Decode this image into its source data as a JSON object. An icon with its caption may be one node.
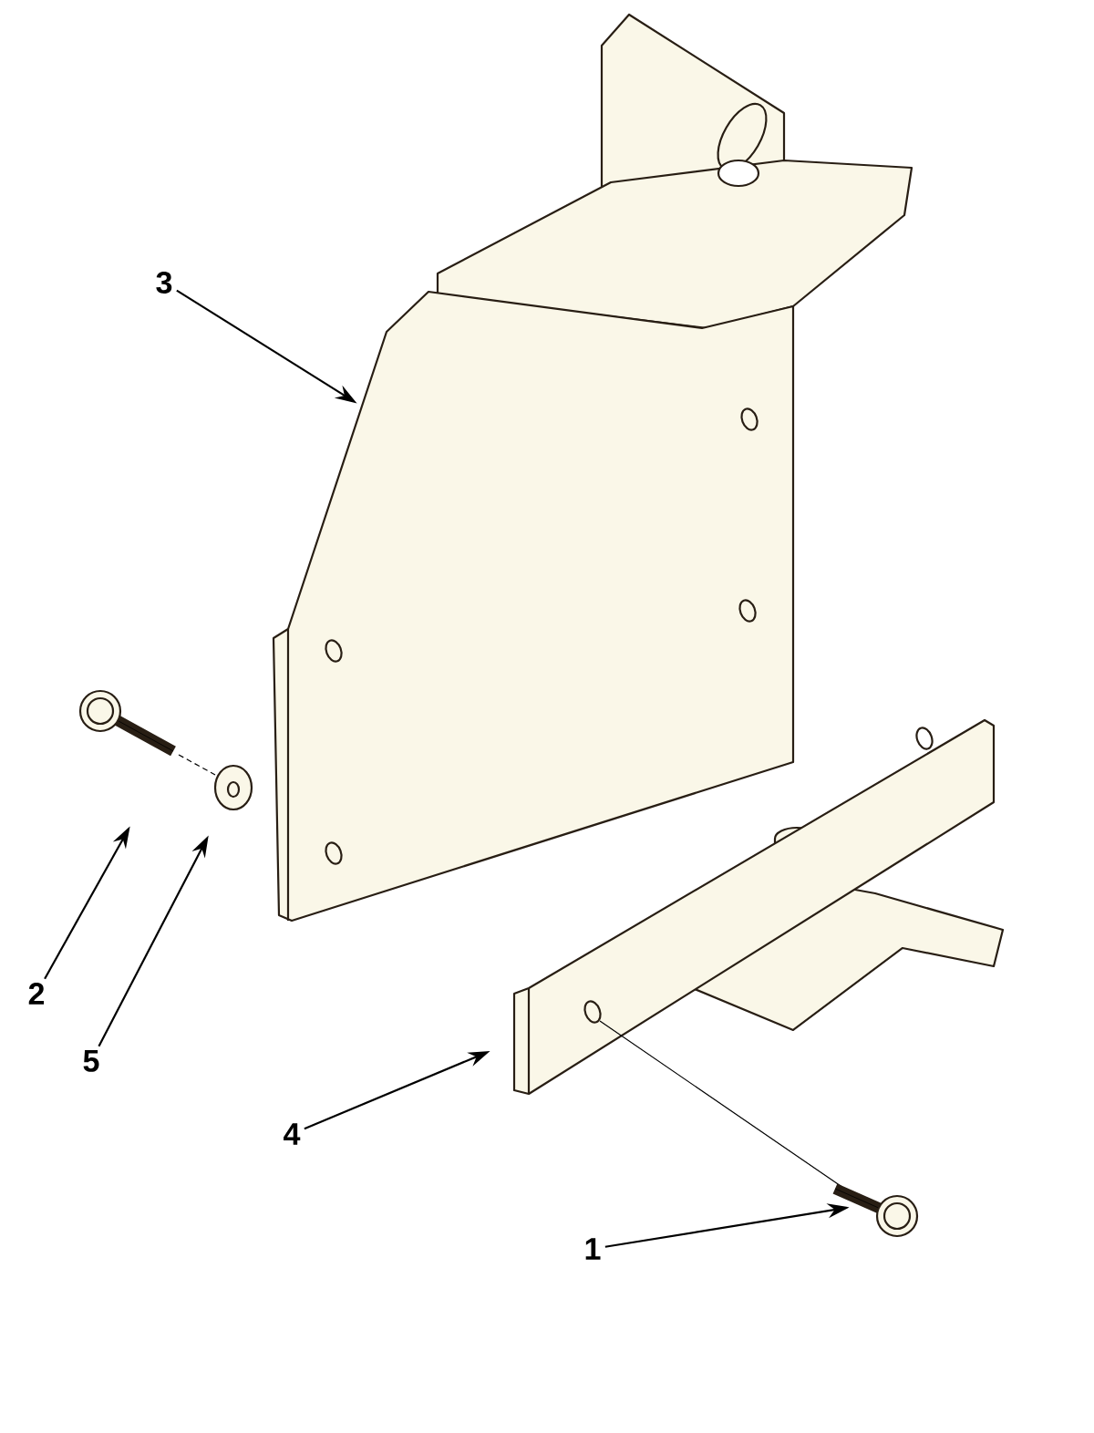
{
  "diagram": {
    "nodes": [
      {
        "text": [
          "3"
        ]
      },
      {
        "text": [
          "2"
        ]
      },
      {
        "text": [
          "5"
        ]
      },
      {
        "text": [
          "4"
        ]
      },
      {
        "text": [
          "1"
        ]
      },
      {
        "text": [],
        "shape": "picture"
      },
      {
        "text": [],
        "shape": "picture"
      },
      {
        "text": [],
        "shape": "picture"
      },
      {
        "text": [],
        "shape": "picture"
      },
      {
        "text": [],
        "shape": "picture"
      }
    ],
    "edges": [
      {
        "from": 0,
        "to": 5,
        "arrow": "to"
      },
      {
        "from": 1,
        "to": 6,
        "arrow": "to"
      },
      {
        "from": 2,
        "to": 7,
        "arrow": "to"
      },
      {
        "from": 3,
        "to": 8,
        "arrow": "to"
      },
      {
        "from": 4,
        "to": 9,
        "arrow": "to"
      }
    ]
  }
}
